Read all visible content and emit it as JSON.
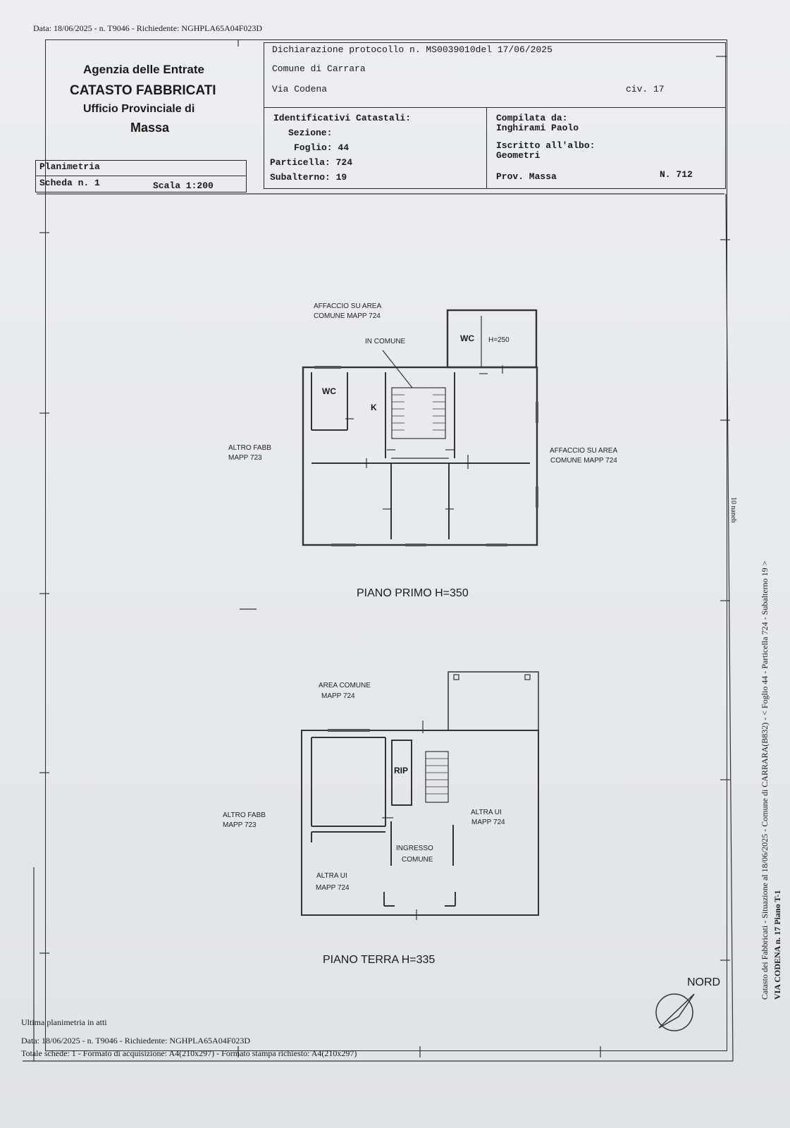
{
  "top_header": "Data: 18/06/2025 - n. T9046 - Richiedente: NGHPLA65A04F023D",
  "agency": {
    "line1": "Agenzia delle Entrate",
    "line2": "CATASTO FABBRICATI",
    "line3": "Ufficio Provinciale di",
    "line4": "Massa"
  },
  "declaration": {
    "protocol": "Dichiarazione protocollo n. MS0039010del  17/06/2025",
    "comune": "Comune di Carrara",
    "via": "Via Codena",
    "civ": "civ. 17"
  },
  "identifiers": {
    "title": "Identificativi Catastali:",
    "sezione": "Sezione:",
    "foglio": "Foglio: 44",
    "particella": "Particella: 724",
    "subalterno": "Subalterno: 19"
  },
  "compiler": {
    "label": "Compilata da:",
    "name": "Inghirami Paolo",
    "albo_label": "Iscritto all'albo:",
    "albo": "Geometri",
    "prov": "Prov. Massa",
    "number": "N. 712"
  },
  "sheet_info": {
    "planimetria": "Planimetria",
    "scheda": "Scheda n. 1",
    "scala": "Scala 1:200"
  },
  "plan_first": {
    "title": "PIANO PRIMO H=350",
    "affaccio_top_1": "AFFACCIO SU AREA",
    "affaccio_top_2": "COMUNE MAPP 724",
    "in_comune": "IN COMUNE",
    "wc_left": "WC",
    "wc_right": "WC",
    "h250": "H=250",
    "kitchen": "K",
    "altro_fabb_1": "ALTRO FABB",
    "altro_fabb_2": "MAPP 723",
    "affaccio_right_1": "AFFACCIO SU AREA",
    "affaccio_right_2": "COMUNE MAPP 724"
  },
  "plan_ground": {
    "title": "PIANO TERRA H=335",
    "area_comune_1": "AREA COMUNE",
    "area_comune_2": "MAPP 724",
    "rip": "RIP",
    "altro_fabb_1": "ALTRO FABB",
    "altro_fabb_2": "MAPP 723",
    "altra_ui_right_1": "ALTRA UI",
    "altra_ui_right_2": "MAPP 724",
    "ingresso_1": "INGRESSO",
    "ingresso_2": "COMUNE",
    "altra_ui_left_1": "ALTRA UI",
    "altra_ui_left_2": "MAPP 724"
  },
  "north": "NORD",
  "footer": {
    "line1": "Ultima planimetria in atti",
    "line2": "Data: 18/06/2025 - n. T9046 - Richiedente: NGHPLA65A04F023D",
    "line3": "Totale schede: 1 - Formato di acquisizione: A4(210x297)  - Formato stampa richiesto: A4(210x297)"
  },
  "side_text": {
    "line1": "Catasto dei Fabbricati - Situazione al 18/06/2025 - Comune di CARRARA(B832) - < Foglio 44 - Particella  724 - Subalterno 19 >",
    "line2": "VIA CODENA n. 17 Piano T-1",
    "mirrored_mark": "10 naneh"
  }
}
